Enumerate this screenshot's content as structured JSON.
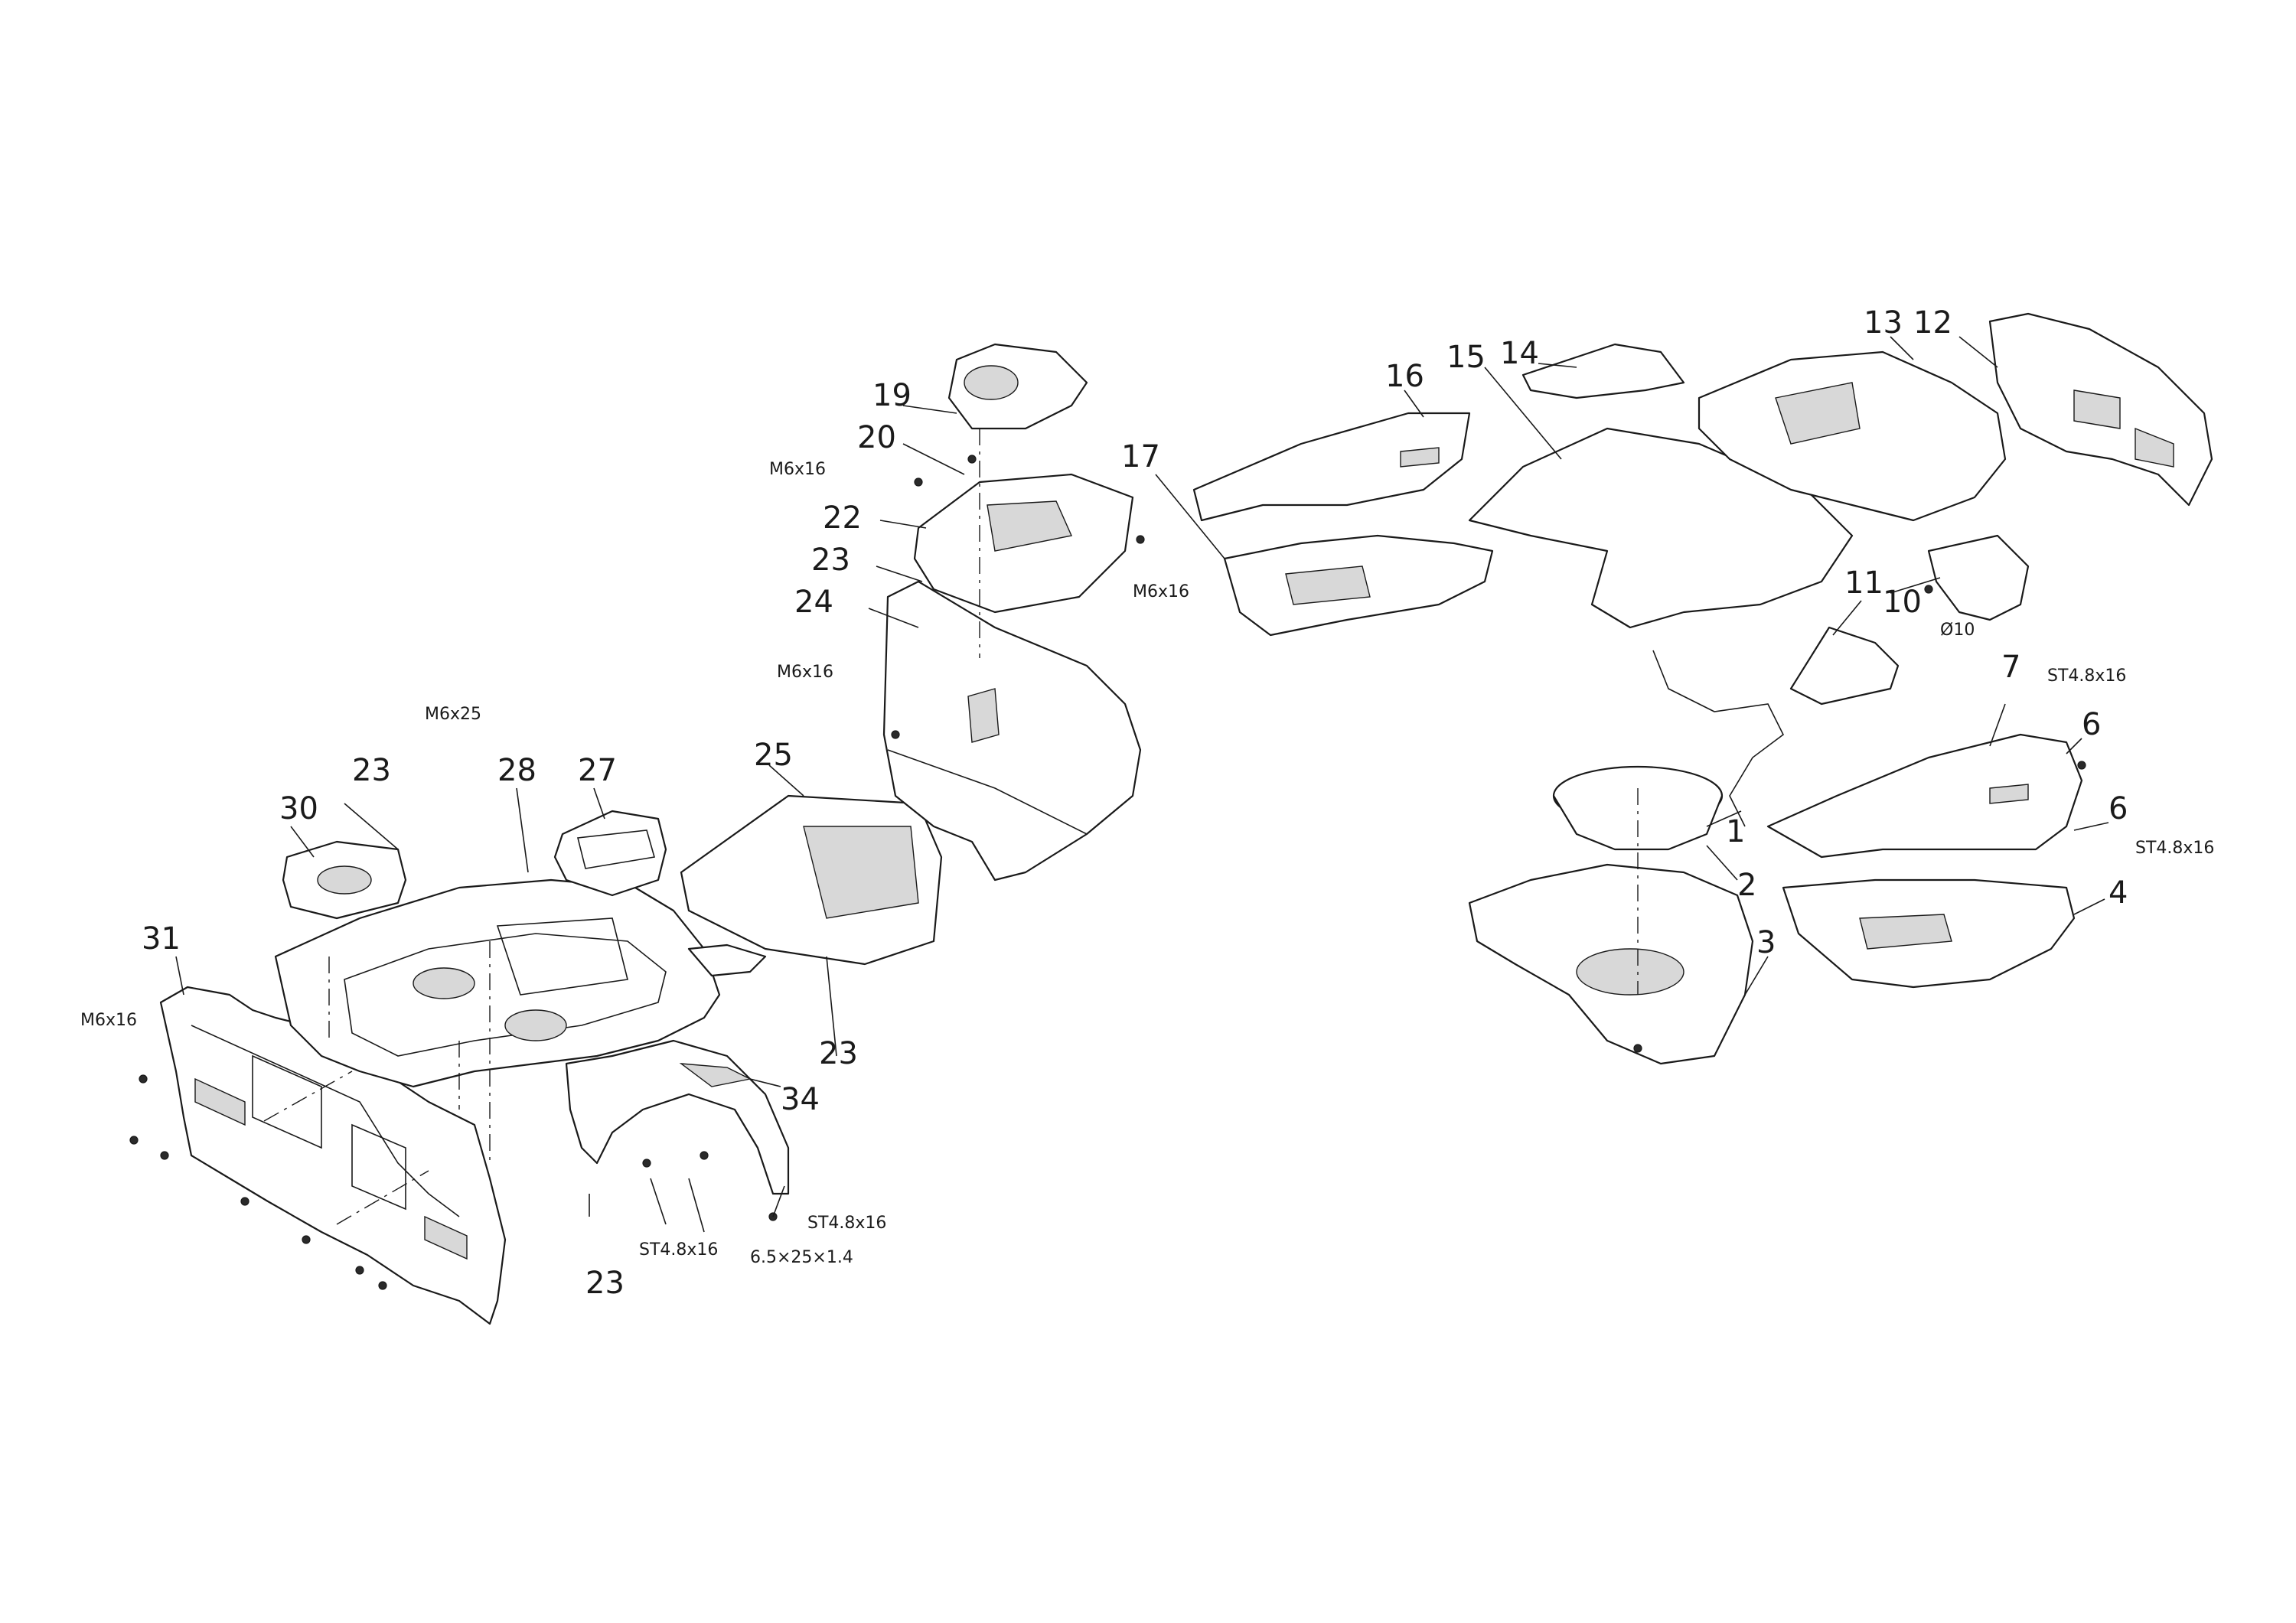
{
  "diagram": {
    "callouts": {
      "c1": "1",
      "c2": "2",
      "c3": "3",
      "c4": "4",
      "c6a": "6",
      "c6b": "6",
      "c7": "7",
      "c10": "10",
      "c11": "11",
      "c12": "12",
      "c13": "13",
      "c14": "14",
      "c15": "15",
      "c16": "16",
      "c17": "17",
      "c19": "19",
      "c20": "20",
      "c22": "22",
      "c23a": "23",
      "c23b": "23",
      "c23c": "23",
      "c23d": "23",
      "c24": "24",
      "c25": "25",
      "c27": "27",
      "c28": "28",
      "c30": "30",
      "c31": "31",
      "c34": "34"
    },
    "fasteners": {
      "m6x16_a": "M6x16",
      "m6x16_b": "M6x16",
      "m6x16_c": "M6x16",
      "m6x16_d": "M6x16",
      "m6x25": "M6x25",
      "st_a": "ST4.8x16",
      "st_b": "ST4.8x16",
      "st_c": "ST4.8x16",
      "st_d": "ST4.8x16",
      "washer": "6.5×25×1.4",
      "dia10": "Ø10"
    }
  },
  "colors": {
    "line": "#1a1a1a",
    "background": "#ffffff",
    "shade": "#d8d8d8"
  }
}
